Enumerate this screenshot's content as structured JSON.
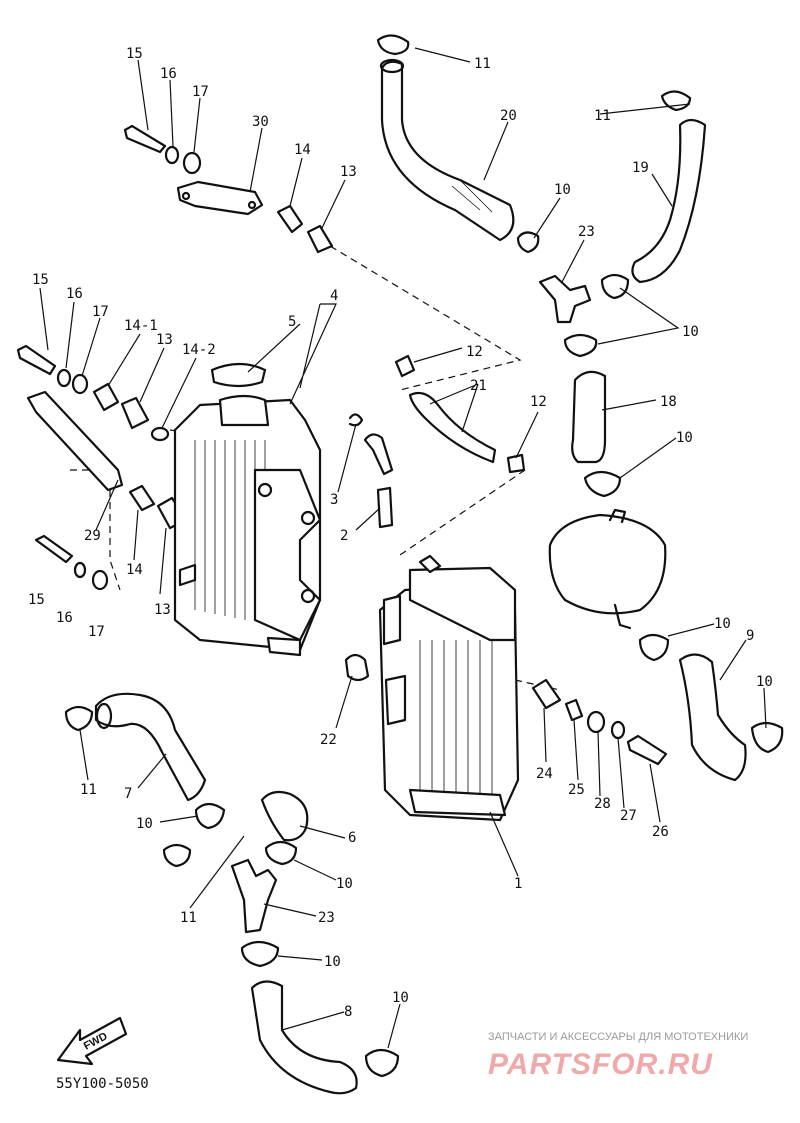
{
  "diagram_code": "55Y100-5050",
  "fwd_label": "FWD",
  "watermark": {
    "line1": "ЗАПЧАСТИ И АКСЕССУАРЫ ДЛЯ МОТОТЕХНИКИ",
    "line2": "PARTSFOR.RU"
  },
  "callouts": [
    {
      "id": "c15a",
      "text": "15"
    },
    {
      "id": "c16a",
      "text": "16"
    },
    {
      "id": "c17a",
      "text": "17"
    },
    {
      "id": "c30",
      "text": "30"
    },
    {
      "id": "c14a",
      "text": "14"
    },
    {
      "id": "c13a",
      "text": "13"
    },
    {
      "id": "c11a",
      "text": "11"
    },
    {
      "id": "c20",
      "text": "20"
    },
    {
      "id": "c11b",
      "text": "11"
    },
    {
      "id": "c19",
      "text": "19"
    },
    {
      "id": "c10a",
      "text": "10"
    },
    {
      "id": "c23a",
      "text": "23"
    },
    {
      "id": "c10b",
      "text": "10"
    },
    {
      "id": "c15b",
      "text": "15"
    },
    {
      "id": "c16b",
      "text": "16"
    },
    {
      "id": "c17b",
      "text": "17"
    },
    {
      "id": "c14_1",
      "text": "14-1"
    },
    {
      "id": "c13b",
      "text": "13"
    },
    {
      "id": "c14_2",
      "text": "14-2"
    },
    {
      "id": "c5",
      "text": "5"
    },
    {
      "id": "c4",
      "text": "4"
    },
    {
      "id": "c12a",
      "text": "12"
    },
    {
      "id": "c21",
      "text": "21"
    },
    {
      "id": "c12b",
      "text": "12"
    },
    {
      "id": "c18",
      "text": "18"
    },
    {
      "id": "c10c",
      "text": "10"
    },
    {
      "id": "c3",
      "text": "3"
    },
    {
      "id": "c2",
      "text": "2"
    },
    {
      "id": "c29",
      "text": "29"
    },
    {
      "id": "c14b",
      "text": "14"
    },
    {
      "id": "c15c",
      "text": "15"
    },
    {
      "id": "c16c",
      "text": "16"
    },
    {
      "id": "c17c",
      "text": "17"
    },
    {
      "id": "c13c",
      "text": "13"
    },
    {
      "id": "c10d",
      "text": "10"
    },
    {
      "id": "c9",
      "text": "9"
    },
    {
      "id": "c10e",
      "text": "10"
    },
    {
      "id": "c22",
      "text": "22"
    },
    {
      "id": "c24",
      "text": "24"
    },
    {
      "id": "c25",
      "text": "25"
    },
    {
      "id": "c28",
      "text": "28"
    },
    {
      "id": "c27",
      "text": "27"
    },
    {
      "id": "c26",
      "text": "26"
    },
    {
      "id": "c11c",
      "text": "11"
    },
    {
      "id": "c7",
      "text": "7"
    },
    {
      "id": "c10f",
      "text": "10"
    },
    {
      "id": "c6",
      "text": "6"
    },
    {
      "id": "c10g",
      "text": "10"
    },
    {
      "id": "c11d",
      "text": "11"
    },
    {
      "id": "c23b",
      "text": "23"
    },
    {
      "id": "c1",
      "text": "1"
    },
    {
      "id": "c10h",
      "text": "10"
    },
    {
      "id": "c10i",
      "text": "10"
    },
    {
      "id": "c8",
      "text": "8"
    }
  ]
}
